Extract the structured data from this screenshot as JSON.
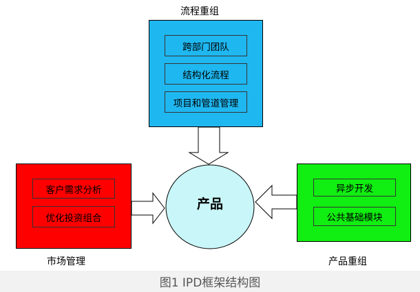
{
  "diagram": {
    "top": {
      "title": "流程重组",
      "items": [
        "跨部门团队",
        "结构化流程",
        "项目和管道管理"
      ],
      "color": "#1fb7f0"
    },
    "left": {
      "title": "市场管理",
      "items": [
        "客户需求分析",
        "优化投资组合"
      ],
      "color": "#ff0000"
    },
    "right": {
      "title": "产品重组",
      "items": [
        "异步开发",
        "公共基础模块"
      ],
      "color": "#11ee11"
    },
    "center": {
      "label": "产品",
      "color": "#c9f6f8"
    }
  },
  "caption": "图1 IPD框架结构图"
}
